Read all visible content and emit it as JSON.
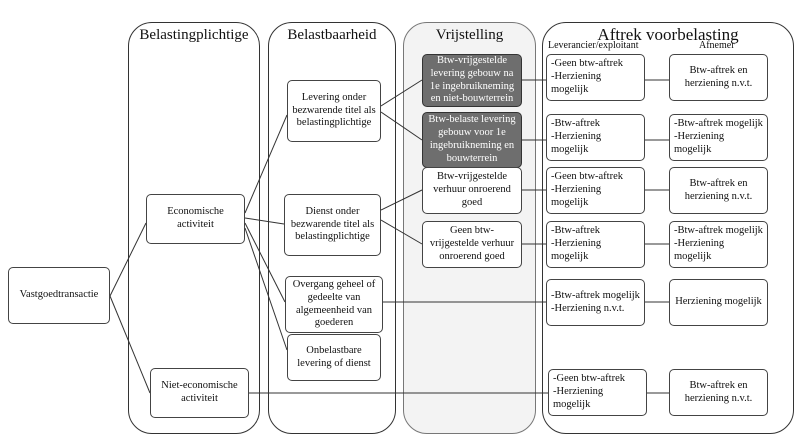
{
  "columns": {
    "belastingplichtige": "Belastingplichtige",
    "belastbaarheid": "Belastbaarheid",
    "vrijstelling": "Vrijstelling",
    "aftrek": "Aftrek voorbelasting",
    "leverancier": "Leverancier/exploitant",
    "afnemer": "Afnemer"
  },
  "nodes": {
    "vastgoed": "Vastgoedtransactie",
    "eco": "Economische activiteit",
    "nieteco": "Niet-economische activiteit",
    "levering": "Levering onder bezwarende titel als belastingplichtige",
    "dienst": "Dienst onder bezwarende titel als belastingplichtige",
    "overgang": "Overgang geheel of gedeelte van algemeenheid van goederen",
    "onbelastbaar": "Onbelastbare levering of dienst",
    "v1": "Btw-vrijgestelde levering gebouw na 1e ingebruikneming en niet-bouwterrein",
    "v2": "Btw-belaste levering gebouw voor 1e ingebruikneming en bouwterrein",
    "v3": "Btw-vrijgestelde verhuur onroerend goed",
    "v4": "Geen btw-vrijgestelde verhuur onroerend goed"
  },
  "leverancier": {
    "r1": [
      "-Geen btw-aftrek",
      "-Herziening mogelijk"
    ],
    "r2": [
      "-Btw-aftrek",
      "-Herziening mogelijk"
    ],
    "r3": [
      "-Geen btw-aftrek",
      "-Herziening mogelijk"
    ],
    "r4": [
      "-Btw-aftrek",
      "-Herziening mogelijk"
    ],
    "r5": [
      "-Btw-aftrek mogelijk",
      "-Herziening n.v.t."
    ],
    "r6": [
      "-Geen btw-aftrek",
      "-Herziening mogelijk"
    ]
  },
  "afnemer": {
    "r1": "Btw-aftrek en herziening n.v.t.",
    "r2": [
      "-Btw-aftrek mogelijk",
      "-Herziening mogelijk"
    ],
    "r3": "Btw-aftrek en herziening n.v.t.",
    "r4": [
      "-Btw-aftrek mogelijk",
      "-Herziening mogelijk"
    ],
    "r5": "Herziening mogelijk",
    "r6": "Btw-aftrek en herziening n.v.t."
  }
}
